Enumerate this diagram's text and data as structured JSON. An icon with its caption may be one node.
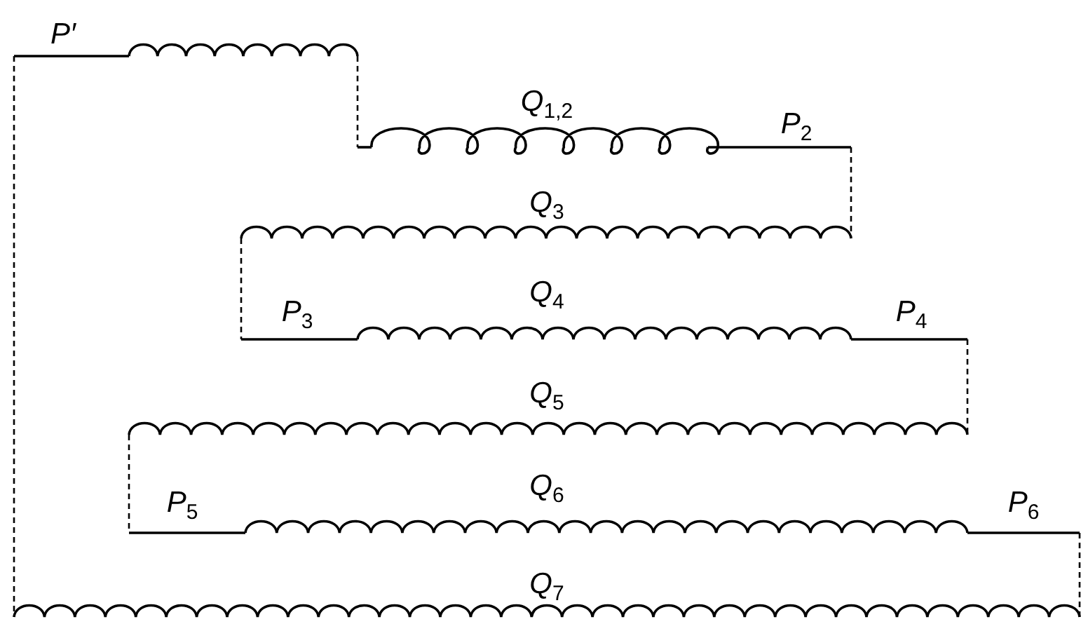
{
  "diagram": {
    "labels": [
      "P′",
      "*Q*$_{1,2}$",
      "*P*$_{2}$",
      "*Q*$_{3}$",
      "*P*$_{3}$",
      "*Q*$_{4}$",
      "*P*$_{4}$",
      "*Q*$_{5}$",
      "*P*$_{5}$",
      "*Q*$_{6}$",
      "*P*$_{6}$",
      "*Q*$_{7}$"
    ]
  }
}
